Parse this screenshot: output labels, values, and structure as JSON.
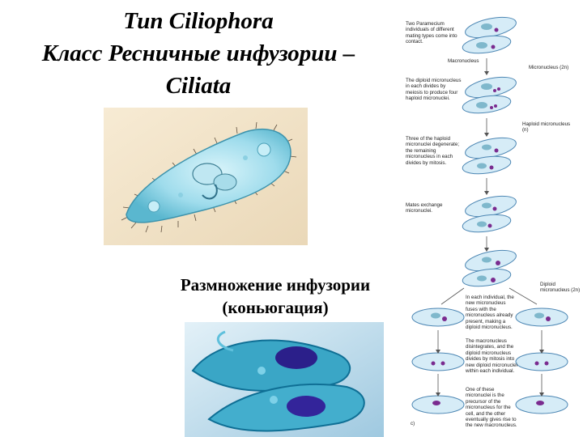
{
  "slide": {
    "title_line1": "Тип Ciliophora",
    "title_line2": "Класс Ресничные инфузории –",
    "title_line3": "Ciliata",
    "subtitle_line1": "Размножение инфузории",
    "subtitle_line2": "(коньюгация)"
  },
  "diagram": {
    "step1": "Two Paramecium individuals of different mating types come into contact.",
    "macronucleus": "Macronucleus",
    "micronucleus": "Micronucleus (2n)",
    "step2": "The diploid micronucleus in each divides by meiosis to produce four haploid micronuclei.",
    "haploid": "Haploid micronucleus (n)",
    "step3": "Three of the haploid micronuclei degenerate; the remaining micronucleus in each divides by mitosis.",
    "step4": "Mates exchange micronuclei.",
    "diploid": "Diploid micronucleus (2n)",
    "step5": "In each individual, the new micronucleus fuses with the micronucleus already present, making a diploid micronucleus.",
    "step6": "The macronucleus disintegrates, and the diploid micronucleus divides by mitosis into new diploid micronuclei within each individual.",
    "step7": "One of these micronuclei is the precursor of the micronucleus for the cell, and the other eventually gives rise to the new macronucleus.",
    "panel": "c)"
  },
  "colors": {
    "cell_fill": "#d6ecf7",
    "cell_stroke": "#4c86b3",
    "macronucleus": "#7fb8cc",
    "micronucleus": "#7a2b8f"
  }
}
